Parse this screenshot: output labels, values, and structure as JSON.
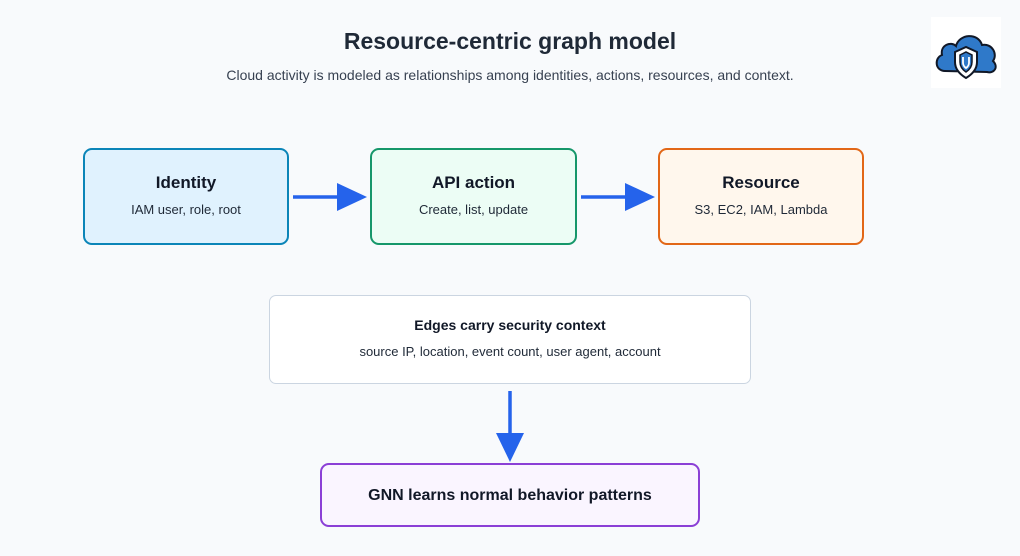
{
  "header": {
    "title": "Resource-centric graph model",
    "subtitle": "Cloud activity is modeled as relationships among identities, actions, resources, and context."
  },
  "nodes": {
    "identity": {
      "title": "Identity",
      "subtitle": "IAM user, role, root"
    },
    "api_action": {
      "title": "API action",
      "subtitle": "Create, list, update"
    },
    "resource": {
      "title": "Resource",
      "subtitle": "S3, EC2, IAM, Lambda"
    },
    "context": {
      "title": "Edges carry security context",
      "subtitle": "source IP, location, event count, user agent, account"
    },
    "gnn": {
      "title": "GNN learns normal behavior patterns"
    }
  },
  "icons": {
    "logo": "cloud-shield-icon",
    "edge": "arrow-right-icon",
    "flow": "arrow-down-icon"
  },
  "colors": {
    "arrow": "#2563eb",
    "identity": "#0b85b8",
    "api_action": "#16976a",
    "resource": "#e26717",
    "gnn": "#8b3fd6"
  }
}
